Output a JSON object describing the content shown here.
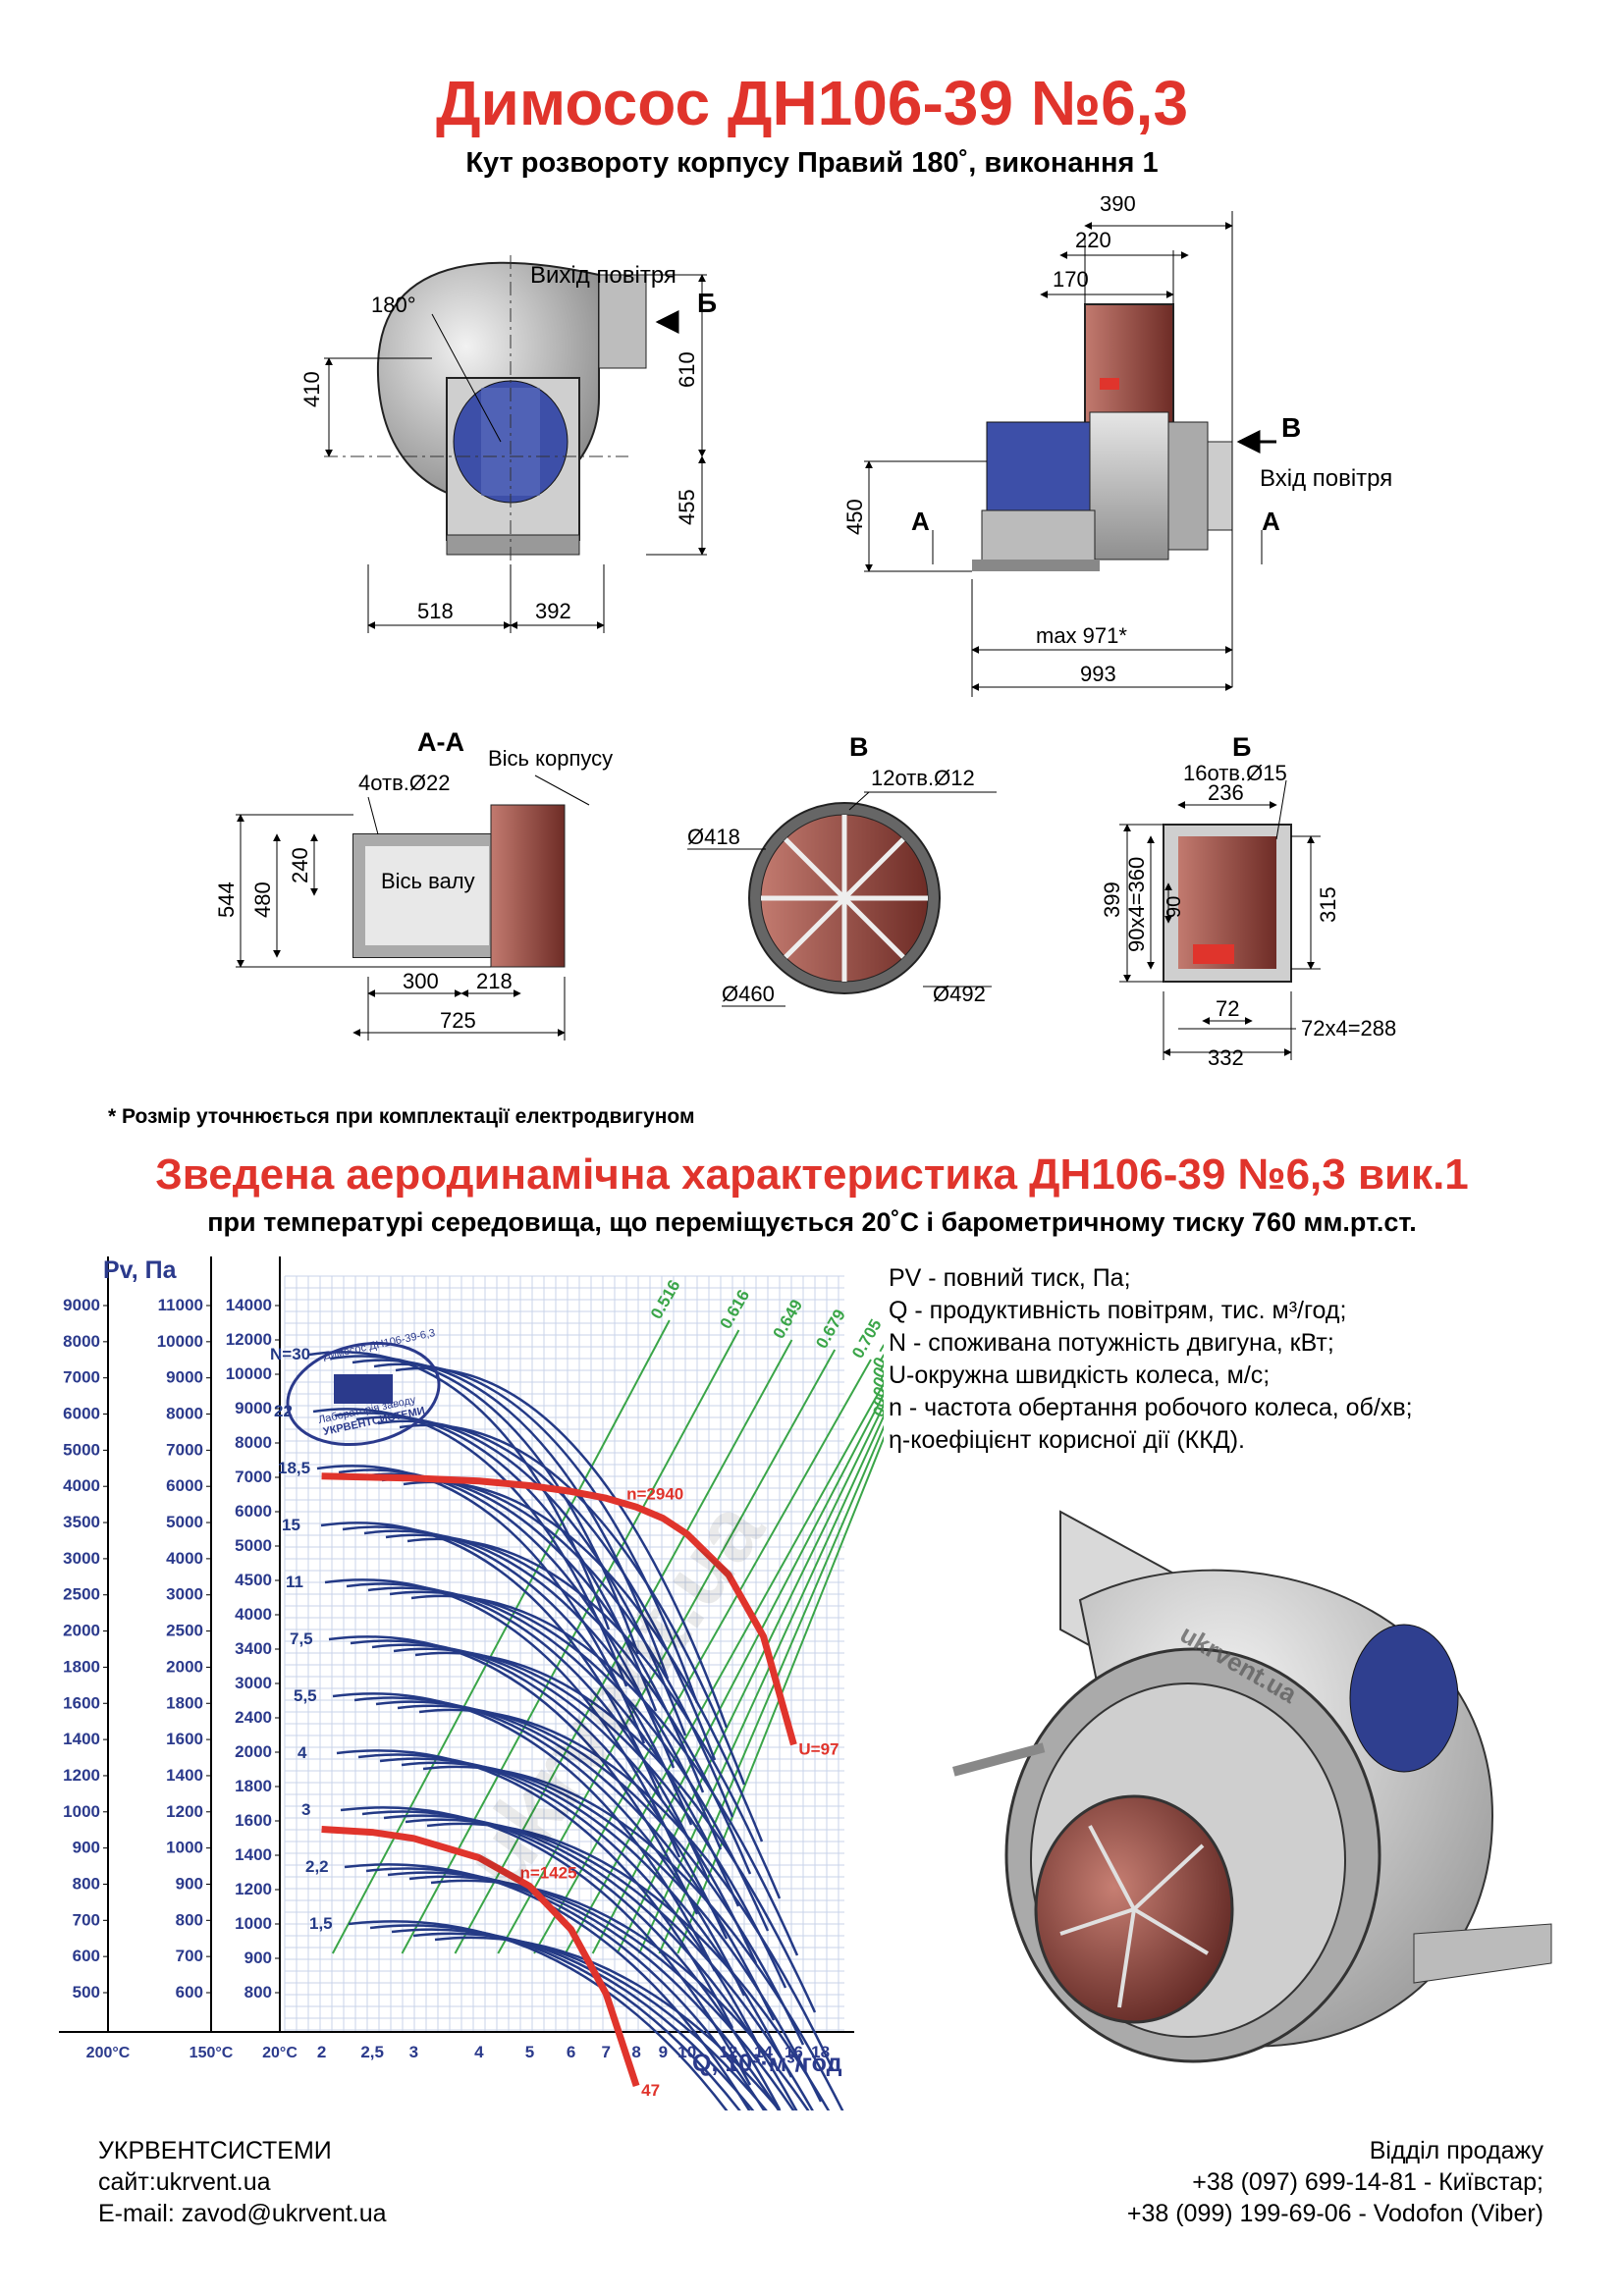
{
  "header": {
    "title": "Димосос  ДН106-39 №6,3",
    "subtitle": "Кут розвороту корпусу Правий 180˚, виконання 1"
  },
  "drawing_front": {
    "angle": "180°",
    "outlet_label": "Вихід повітря",
    "section_mark": "Б",
    "dims": {
      "h410": "410",
      "h610": "610",
      "h455": "455",
      "w518": "518",
      "w392": "392"
    }
  },
  "drawing_side": {
    "inlet_label": "Вхід повітря",
    "mark_v": "В",
    "mark_a1": "А",
    "mark_a2": "А",
    "dims": {
      "d390": "390",
      "d220": "220",
      "d170": "170",
      "d450": "450",
      "max971": "max 971*",
      "d993": "993"
    }
  },
  "section_aa": {
    "title": "А-А",
    "holes": "4отв.Ø22",
    "body_axis": "Вісь корпусу",
    "shaft_axis": "Вісь валу",
    "dims": {
      "d544": "544",
      "d480": "480",
      "d240": "240",
      "d300": "300",
      "d218": "218",
      "d725": "725"
    }
  },
  "section_v": {
    "title": "В",
    "holes": "12отв.Ø12",
    "d418": "Ø418",
    "d460": "Ø460",
    "d492": "Ø492"
  },
  "section_b": {
    "title": "Б",
    "holes": "16отв.Ø15",
    "dims": {
      "d236": "236",
      "d399": "399",
      "d90x4": "90x4=360",
      "d90": "90",
      "d315": "315",
      "d72": "72",
      "d72x4": "72x4=288",
      "d332": "332"
    }
  },
  "watermark": "ukrvent.ua",
  "footnote": "* Розмір уточнюється при комплектації електродвигуном",
  "aero": {
    "title": "Зведена аеродинамічна характеристика ДН106-39 №6,3 вик.1",
    "subtitle": "при температурі середовища, що переміщується 20˚С і барометричному тиску 760 мм.рт.ст."
  },
  "legend": [
    "PV - повний тиск, Па;",
    "Q - продуктивність повітрям, тис. м³/год;",
    "N - споживана потужність двигуна, кВт;",
    "U-окружна швидкість колеса, м/с;",
    "n - частота обертання робочого колеса, об/хв;",
    "η-коефіцієнт корисної дії (ККД)."
  ],
  "stamp": {
    "text1": "Димосос ДН106-39-6,3",
    "text2": "Лабораторія заводу",
    "text3": "УКРВЕНТСИСТЕМИ"
  },
  "chart_data": {
    "type": "line",
    "title": "",
    "ylabel": "Pv, Па",
    "xlabel": "Q, 10³·м³/год",
    "x_scale": "log",
    "y_scale": "log",
    "x_ticks": [
      "2",
      "2,5",
      "3",
      "4",
      "5",
      "6",
      "7",
      "8",
      "9",
      "10",
      "12",
      "14",
      "16",
      "18"
    ],
    "x_temp_labels": [
      "200°C",
      "150°C",
      "20°C"
    ],
    "y_axes": [
      {
        "temperature": "200°C",
        "ticks": [
          "9000",
          "8000",
          "7000",
          "6000",
          "5000",
          "4000",
          "3500",
          "3000",
          "2500",
          "2000",
          "1800",
          "1600",
          "1400",
          "1200",
          "1000",
          "900",
          "800",
          "700",
          "600",
          "500"
        ]
      },
      {
        "temperature": "150°C",
        "ticks": [
          "11000",
          "10000",
          "9000",
          "8000",
          "7000",
          "6000",
          "5000",
          "4000",
          "3000",
          "2500",
          "2000",
          "1800",
          "1600",
          "1400",
          "1200",
          "1000",
          "900",
          "800",
          "700",
          "600"
        ]
      },
      {
        "temperature": "20°C",
        "ticks": [
          "14000",
          "12000",
          "10000",
          "9000",
          "8000",
          "7000",
          "6000",
          "5000",
          "4500",
          "4000",
          "3400",
          "3000",
          "2400",
          "2000",
          "1800",
          "1600",
          "1400",
          "1200",
          "1000",
          "900",
          "800"
        ]
      }
    ],
    "power_labels": [
      "N=30",
      "22",
      "18,5",
      "15",
      "11",
      "7,5",
      "5,5",
      "4",
      "3",
      "2,2",
      "1,5"
    ],
    "efficiency_labels": [
      "0.516",
      "0.616",
      "0.649",
      "0.679",
      "0.705",
      "0.716",
      "0.711",
      "0.705",
      "0.68",
      "0.63",
      "0.527"
    ],
    "series": [
      {
        "name": "n=2940",
        "color": "#e0342c",
        "x": [
          2,
          3,
          4,
          5,
          6,
          7,
          8,
          9,
          10,
          12,
          14,
          16
        ],
        "y": [
          6990,
          6930,
          6850,
          6720,
          6560,
          6380,
          6150,
          5870,
          5500,
          4650,
          3600,
          2300
        ]
      },
      {
        "name": "n=1425",
        "color": "#e0342c",
        "x": [
          2,
          2.5,
          3,
          4,
          5,
          6,
          7,
          8
        ],
        "y": [
          1620,
          1600,
          1560,
          1440,
          1280,
          1070,
          820,
          560
        ]
      }
    ],
    "annotations": [
      "U=97",
      "47"
    ]
  },
  "footer": {
    "company": "УКРВЕНТСИСТЕМИ",
    "site": "сайт:ukrvent.ua",
    "email": "E-mail: zavod@ukrvent.ua",
    "sales": "Відділ продажу",
    "phone1": "+38 (097) 699-14-81 - Київстар;",
    "phone2": "+38 (099) 199-69-06 - Vodofon (Viber)"
  }
}
